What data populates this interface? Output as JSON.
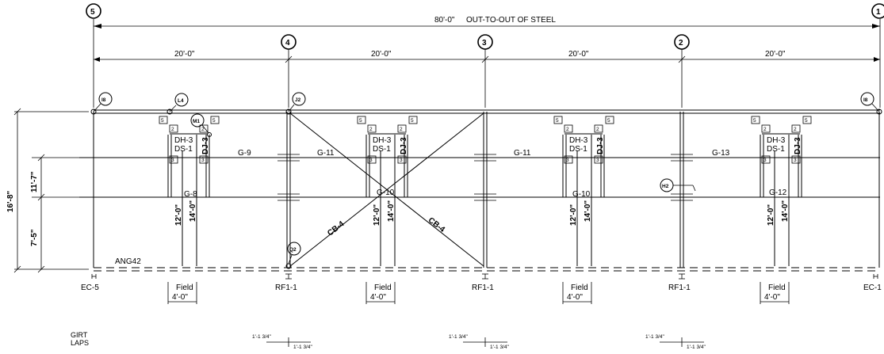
{
  "overall": {
    "dimension": "80'-0\"",
    "note": "OUT-TO-OUT OF STEEL"
  },
  "grid_lines": [
    "5",
    "4",
    "3",
    "2",
    "1"
  ],
  "bay_dimension": "20'-0\"",
  "height_dims": {
    "total": "16'-8\"",
    "upper": "11'-7\"",
    "lower": "7'-5\""
  },
  "column_marks": [
    "EC-5",
    "RF1-1",
    "RF1-1",
    "RF1-1",
    "EC-1"
  ],
  "girts": {
    "upper": [
      "G-9",
      "G-11",
      "G-11",
      "G-13"
    ],
    "lower": [
      "G-8",
      "G-10",
      "G-10",
      "G-12"
    ]
  },
  "bracing": [
    "CB-4",
    "CB-4"
  ],
  "callouts": [
    "I8",
    "L4",
    "M1",
    "J2",
    "I8",
    "Q2",
    "H2"
  ],
  "angle": "ANG42",
  "opening": {
    "dh": "DH-3",
    "ds": "DS-1",
    "dj": "DJ-3",
    "dim_a": "12'-0\"",
    "dim_b": "14'-0\""
  },
  "tags": {
    "five": "5",
    "two": "2",
    "three": "3"
  },
  "field": {
    "label": "Field",
    "dim": "4'-0\""
  },
  "girt_laps": {
    "label1": "GIRT",
    "label2": "LAPS",
    "lap": "1'-1 3/4\""
  }
}
